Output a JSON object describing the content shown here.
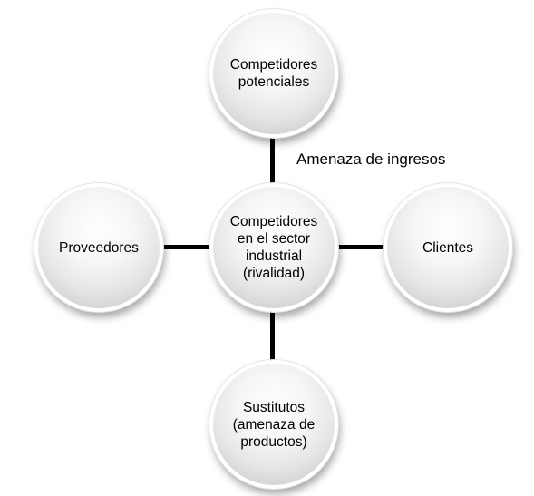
{
  "diagram": {
    "nodes": {
      "top": "Competidores\npotenciales",
      "center": "Competidores\nen el sector\nindustrial\n(rivalidad)",
      "left": "Proveedores",
      "right": "Clientes",
      "bottom": "Sustitutos\n(amenaza de\nproductos)"
    },
    "annotation": "Amenaza de ingresos",
    "colors": {
      "connector": "#000000",
      "text": "#000000",
      "node_fill": "#e6e6e6"
    }
  }
}
